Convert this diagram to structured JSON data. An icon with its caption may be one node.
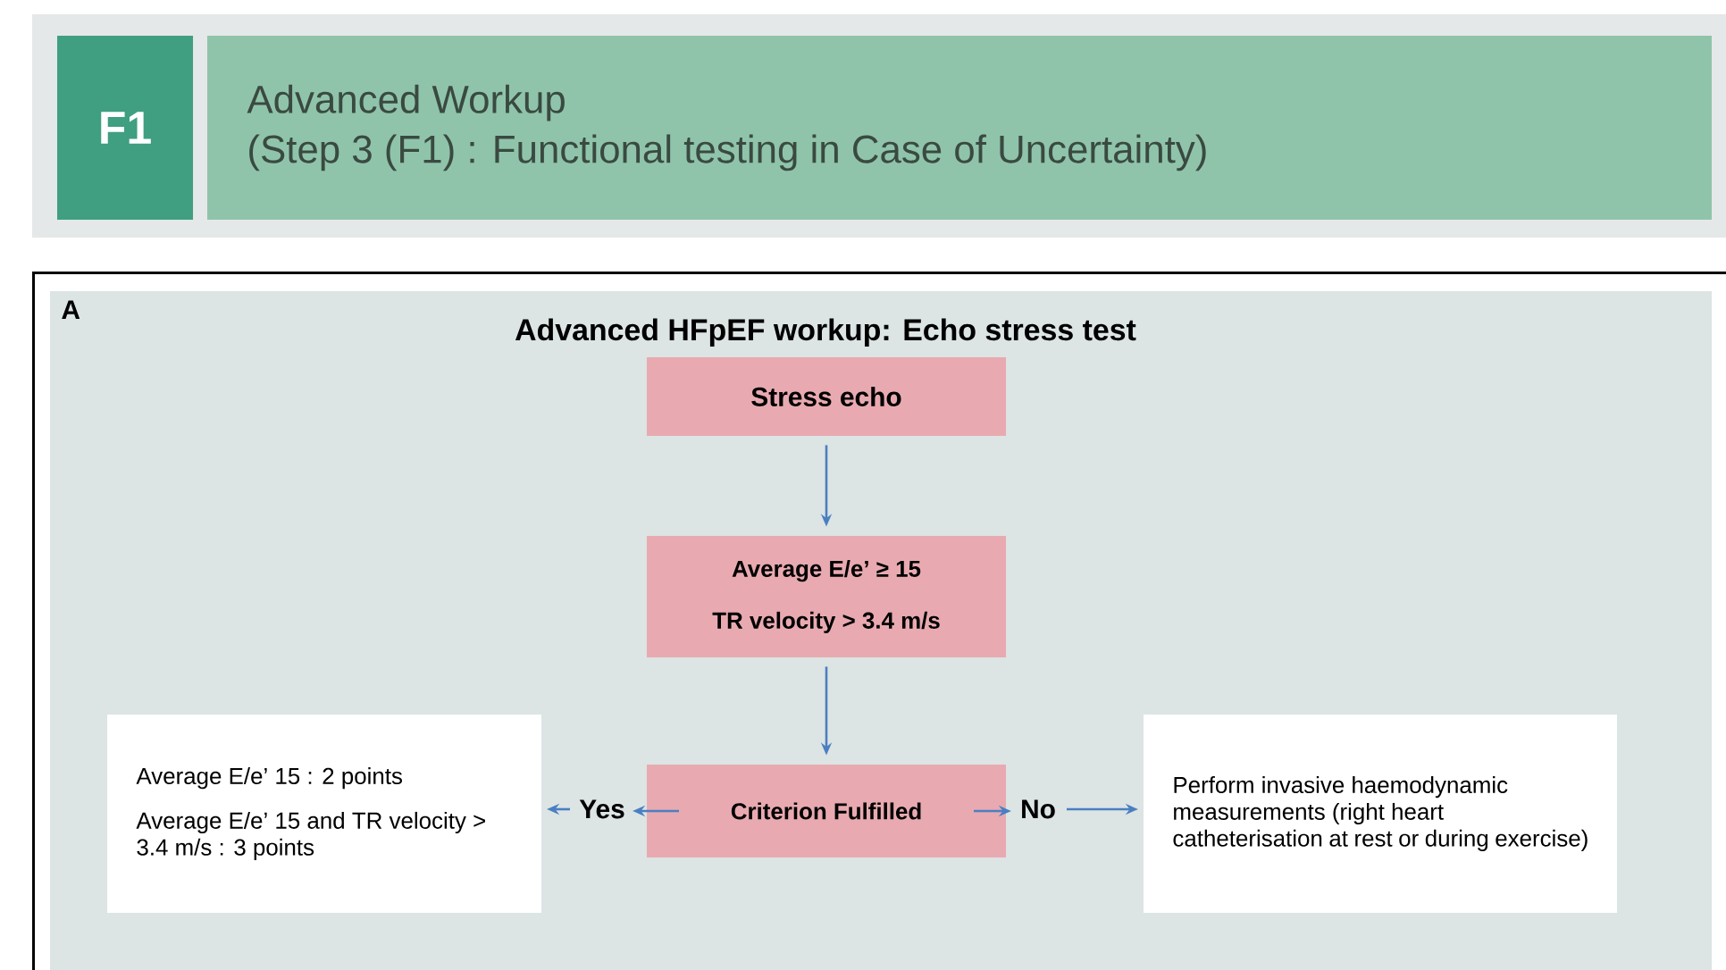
{
  "diagram": {
    "nodes": [
      {
        "text": [
          "F1"
        ]
      },
      {
        "text": [
          "Advanced Workup",
          "(Step 3 (F1) : Functional testing in Case of Uncertainty)"
        ]
      },
      {
        "text": [
          "A",
          "Advanced HFpEF workup: Echo stress test"
        ]
      },
      {
        "text": [
          "Stress echo"
        ],
        "in": 2
      },
      {
        "text": [
          "Average E/e’ ≥ 15",
          "TR velocity > 3.4 m/s"
        ],
        "in": 2
      },
      {
        "text": [
          "Criterion Fulfilled"
        ],
        "in": 2
      },
      {
        "text": [
          "Yes"
        ],
        "in": 2
      },
      {
        "text": [
          "No"
        ],
        "in": 2
      },
      {
        "text": [
          "Average E/e’ 15 : 2 points",
          "Average E/e’ 15 and TR velocity > 3.4 m/s : 3 points"
        ],
        "in": 2
      },
      {
        "text": [
          "Perform invasive haemodynamic measurements (right heart catheterisation at rest or during exercise)"
        ],
        "in": 2
      }
    ],
    "edges": [
      {
        "from": 3,
        "to": 4,
        "arrow": "to"
      },
      {
        "from": 4,
        "to": 5,
        "arrow": "to"
      },
      {
        "from": 5,
        "to": 6,
        "arrow": "to"
      },
      {
        "from": 6,
        "to": 8,
        "arrow": "to"
      },
      {
        "from": 5,
        "to": 7,
        "arrow": "to"
      },
      {
        "from": 7,
        "to": 9,
        "arrow": "to"
      }
    ]
  }
}
